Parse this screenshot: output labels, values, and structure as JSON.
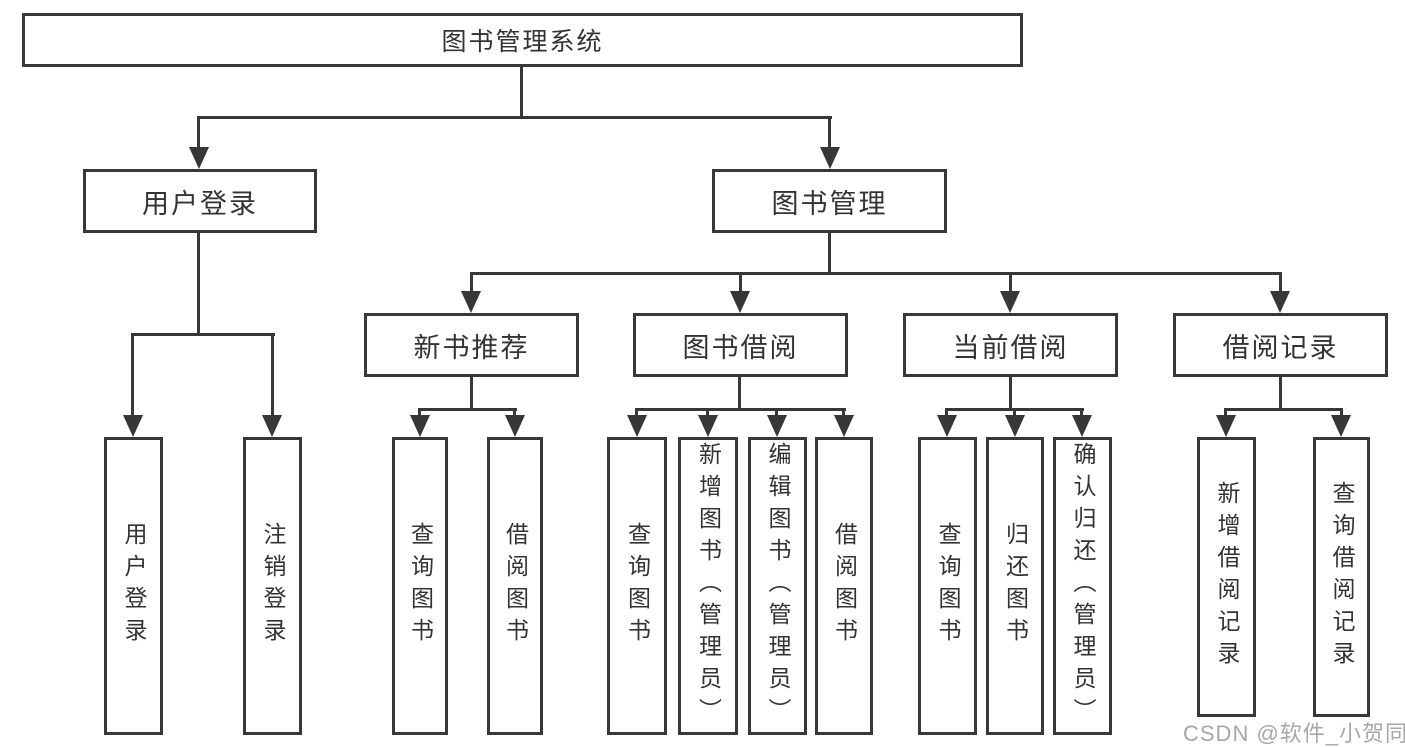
{
  "tree": {
    "root": {
      "label": "图书管理系统",
      "children": [
        {
          "label": "用户登录",
          "children": [
            {
              "label": "用户登录"
            },
            {
              "label": "注销登录"
            }
          ]
        },
        {
          "label": "图书管理",
          "children": [
            {
              "label": "新书推荐",
              "children": [
                {
                  "label": "查询图书"
                },
                {
                  "label": "借阅图书"
                }
              ]
            },
            {
              "label": "图书借阅",
              "children": [
                {
                  "label": "查询图书"
                },
                {
                  "label": "新增图书（管理员）"
                },
                {
                  "label": "编辑图书（管理员）"
                },
                {
                  "label": "借阅图书"
                }
              ]
            },
            {
              "label": "当前借阅",
              "children": [
                {
                  "label": "查询图书"
                },
                {
                  "label": "归还图书"
                },
                {
                  "label": "确认归还（管理员）"
                }
              ]
            },
            {
              "label": "借阅记录",
              "children": [
                {
                  "label": "新增借阅记录"
                },
                {
                  "label": "查询借阅记录"
                }
              ]
            }
          ]
        }
      ]
    }
  },
  "watermark": {
    "text": "CSDN @软件_小贺同学"
  },
  "colors": {
    "line": "#373737",
    "box_border": "#383838",
    "text": "#333333",
    "watermark": "#9e9e9e",
    "background": "#ffffff"
  }
}
